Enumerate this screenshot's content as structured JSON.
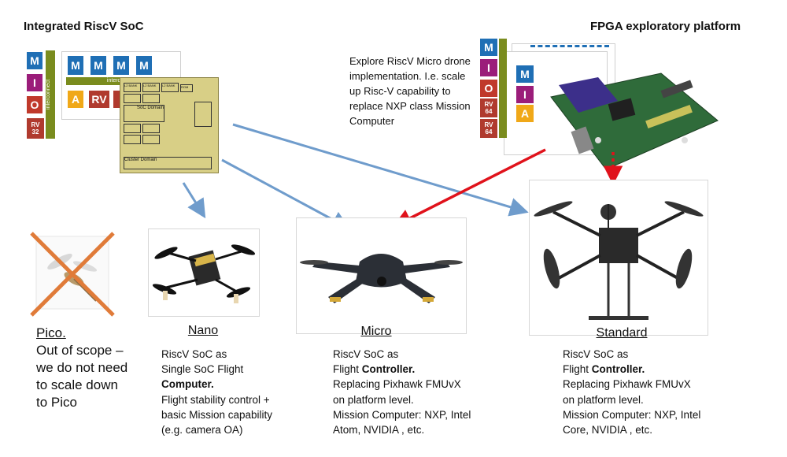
{
  "title_left": "Integrated RiscV SoC",
  "title_right": "FPGA exploratory platform",
  "explore_text": "Explore RiscV Micro drone implementation. I.e. scale up Risc-V capability to replace NXP class Mission Computer",
  "soc_blocks": {
    "m": "M",
    "i": "I",
    "o": "O",
    "rv32": "RV 32",
    "a": "A",
    "rv": "RV",
    "interconnect": "interconnect",
    "cluster_interconnect": "interconnect"
  },
  "fpga_blocks": {
    "m": "M",
    "i": "I",
    "o": "O",
    "rv64": "RV 64",
    "a": "A"
  },
  "chip_labels": {
    "soc_domain": "SoC Domain",
    "cluster_domain": "Cluster Domain",
    "bank": "L2 BANK",
    "rom": "ROM"
  },
  "tiers": {
    "pico": {
      "label": "Pico.",
      "line1": "Out of scope –",
      "line2": "we do not need",
      "line3": "to scale down",
      "line4": "to Pico"
    },
    "nano": {
      "label": "Nano",
      "line1": "RiscV SoC as",
      "line2": "Single SoC Flight",
      "line3": "Computer.",
      "line4": "Flight stability control +",
      "line5": "basic Mission capability",
      "line6": "(e.g. camera OA)"
    },
    "micro": {
      "label": "Micro",
      "line1": "RiscV SoC as",
      "line2a": "Flight ",
      "line2b": "Controller.",
      "line3": "Replacing Pixhawk FMUvX",
      "line4": "on platform level.",
      "line5": "Mission Computer: NXP, Intel",
      "line6": "Atom, NVIDIA , etc."
    },
    "standard": {
      "label": "Standard",
      "line1": "RiscV SoC as",
      "line2a": "Flight ",
      "line2b": "Controller.",
      "line3": "Replacing Pixhawk FMUvX",
      "line4": "on platform level.",
      "line5": "Mission Computer: NXP, Intel",
      "line6": "Core, NVIDIA , etc."
    }
  },
  "colors": {
    "m_block": "#1f6fb5",
    "i_block": "#9b1d7a",
    "o_block": "#c0392b",
    "rv_block": "#b03a2e",
    "a_block": "#f0a818",
    "bar_green": "#7a8c1e",
    "arrow_blue": "#6f9ccc",
    "arrow_red": "#e0121b",
    "cross": "#e07b39"
  }
}
